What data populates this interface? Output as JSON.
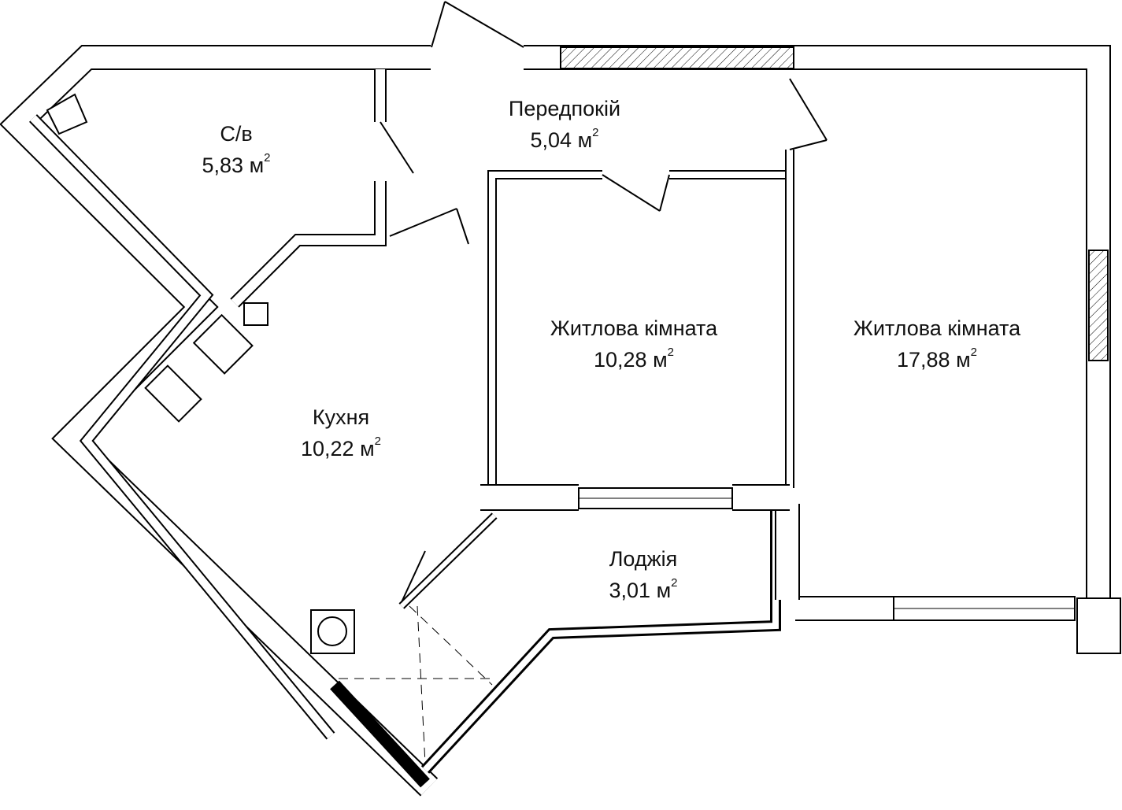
{
  "area_unit": "м",
  "area_exponent": "2",
  "rooms": [
    {
      "id": "bathroom",
      "name": "С/в",
      "area": "5,83"
    },
    {
      "id": "hallway",
      "name": "Передпокій",
      "area": "5,04"
    },
    {
      "id": "living-room-1",
      "name": "Житлова кімната",
      "area": "10,28"
    },
    {
      "id": "living-room-2",
      "name": "Житлова кімната",
      "area": "17,88"
    },
    {
      "id": "kitchen",
      "name": "Кухня",
      "area": "10,22"
    },
    {
      "id": "loggia",
      "name": "Лоджія",
      "area": "3,01"
    }
  ],
  "colors": {
    "wall": "#000000",
    "fill": "#ffffff"
  }
}
